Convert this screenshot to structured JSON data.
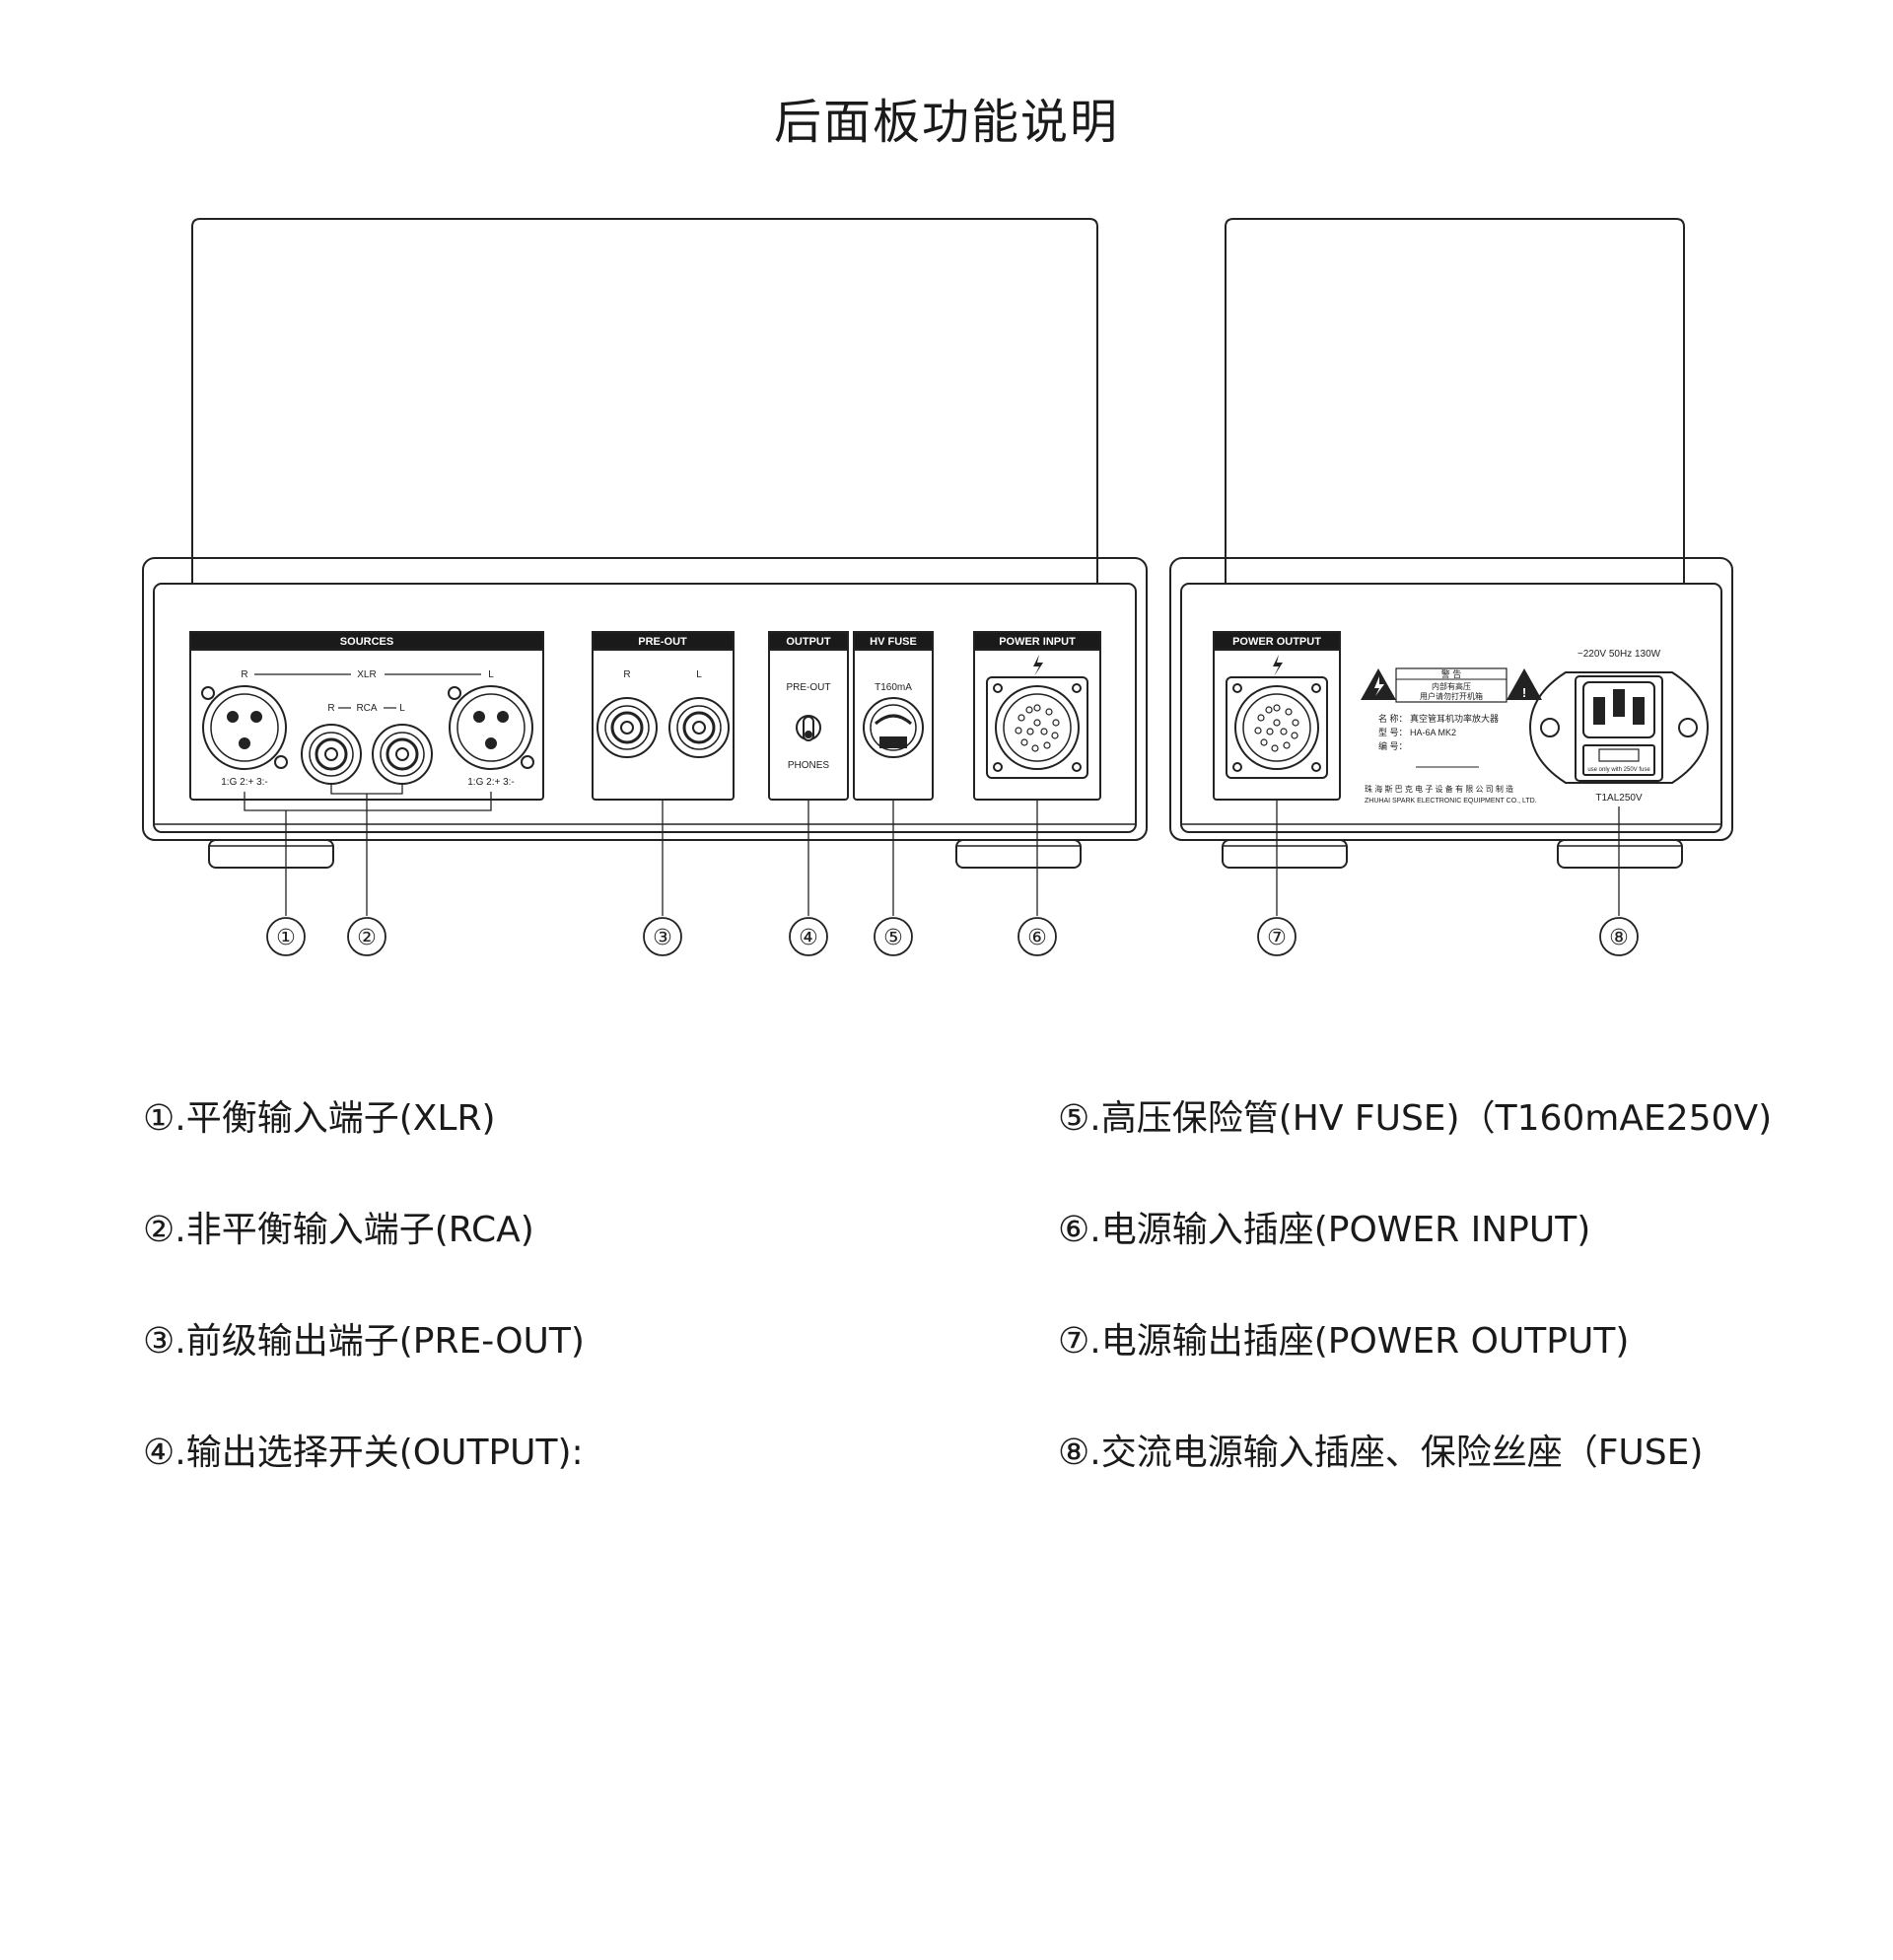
{
  "title": "后面板功能说明",
  "colors": {
    "line": "#222222",
    "panel_header": "#1a1a1a",
    "background": "#ffffff"
  },
  "main_unit": {
    "sections": {
      "sources": {
        "title": "SOURCES",
        "xlr_r": "R",
        "xlr_label": "XLR",
        "xlr_l": "L",
        "rca_r": "R",
        "rca_label": "RCA",
        "rca_l": "L",
        "pin_left": "1:G  2:+  3:-",
        "pin_right": "1:G  2:+  3:-"
      },
      "preout": {
        "title": "PRE-OUT",
        "r": "R",
        "l": "L"
      },
      "output": {
        "title": "OUTPUT",
        "top": "PRE-OUT",
        "bottom": "PHONES"
      },
      "hvfuse": {
        "title": "HV FUSE",
        "rating": "T160mA"
      },
      "power_input": {
        "title": "POWER INPUT"
      }
    }
  },
  "psu_unit": {
    "power_output": {
      "title": "POWER OUTPUT"
    },
    "warning_label": {
      "header": "警 告",
      "line1": "内部有高压",
      "line2": "用户请勿打开机箱",
      "name": "名 称：  真空管耳机功率放大器",
      "model": "型 号：  HA-6A MK2",
      "serial": "编 号：",
      "maker_cn": "珠 海 斯 巴 克 电 子 设 备 有 限 公 司 制 造",
      "maker_en": "ZHUHAI SPARK ELECTRONIC EQUIPMENT CO., LTD."
    },
    "ac": {
      "spec": "~220V 50Hz 130W",
      "fuse": "T1AL250V",
      "fuse_note": "use only with 250V fuse"
    }
  },
  "callouts": [
    "①",
    "②",
    "③",
    "④",
    "⑤",
    "⑥",
    "⑦",
    "⑧"
  ],
  "legend": [
    "①.平衡输入端子(XLR)",
    "②.非平衡输入端子(RCA)",
    "③.前级输出端子(PRE-OUT)",
    "④.输出选择开关(OUTPUT):",
    "⑤.高压保险管(HV FUSE)（T160mAE250V)",
    "⑥.电源输入插座(POWER INPUT)",
    "⑦.电源输出插座(POWER OUTPUT)",
    "⑧.交流电源输入插座、保险丝座（FUSE)"
  ]
}
